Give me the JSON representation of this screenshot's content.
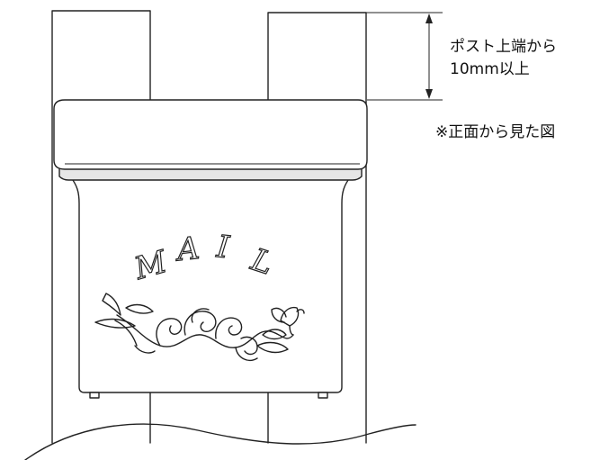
{
  "callout": {
    "line1": "ポスト上端から",
    "line2": "10mm以上"
  },
  "view_note": "※正面から見た図",
  "mailbox": {
    "letters": [
      "M",
      "A",
      "I",
      "L"
    ]
  },
  "icons": {
    "dimension_arrow": "dimension-arrow-icon",
    "floral_ornament": "floral-ornament-icon"
  },
  "colors": {
    "line": "#222222",
    "background": "#ffffff",
    "shadow": "#e6e6e6"
  }
}
